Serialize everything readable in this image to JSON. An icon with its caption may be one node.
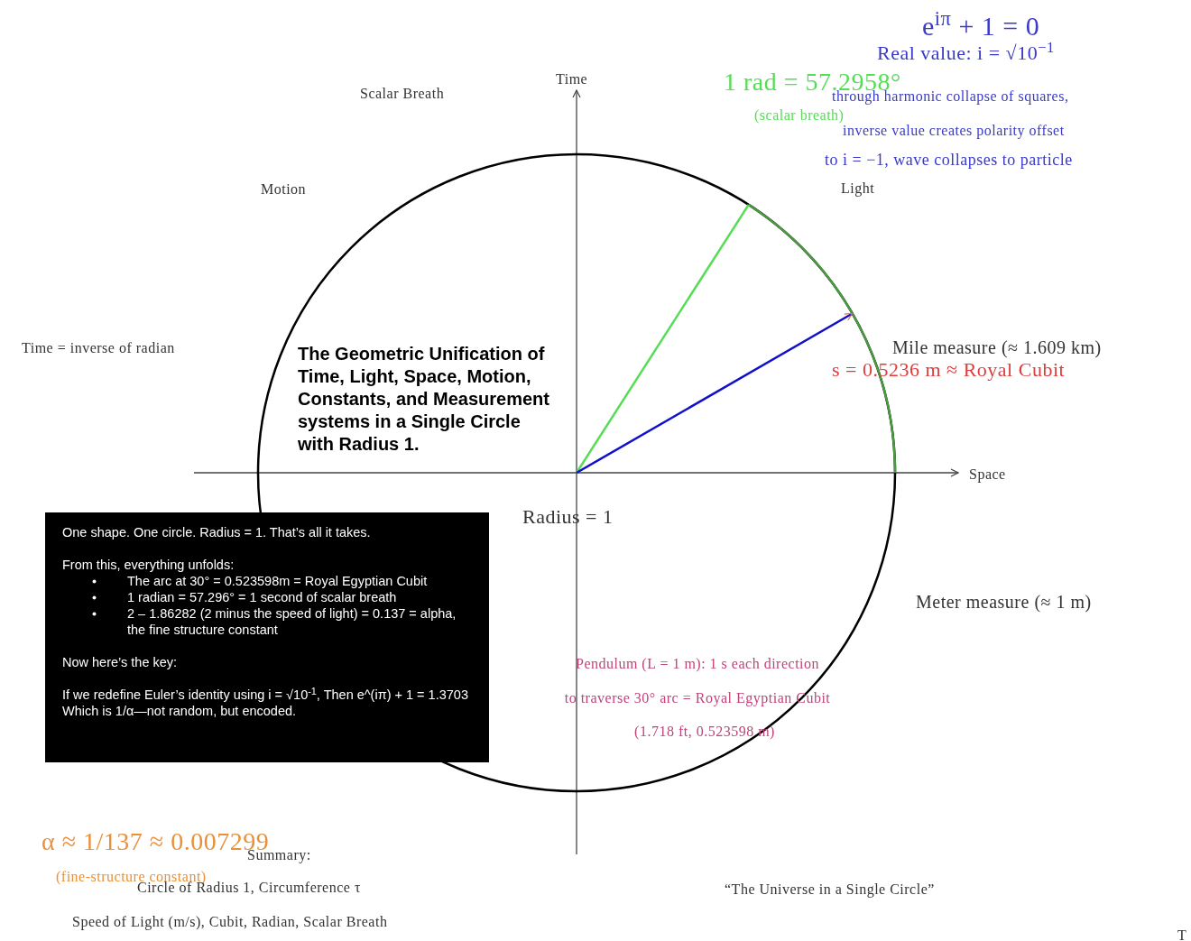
{
  "diagram": {
    "title": "The Geometric Unification of Time, Light, Space, Motion, Constants, and Measurement systems in a Single Circle with Radius 1.",
    "nodes": [
      {
        "text": [
          "One shape. One circle. Radius = 1. That’s all it takes.",
          "From this, everything unfolds:",
          "The arc at 30° = 0.523598m = Royal Egyptian Cubit",
          "1 radian = 57.296° = 1 second of scalar breath",
          "2 – 1.86282 (2 minus the speed of light) = 0.137 = alpha, the fine structure constant",
          "Now here’s the key:",
          "If we redefine Euler’s identity using i = √10$^{-1}$, Then e^(iπ) + 1 = 1.3703 Which is 1/α—not random, but encoded."
        ]
      }
    ],
    "labels": [
      "e$^{iπ}$ + 1 = 0",
      "Real value: i = √10$^{−1}$",
      "1 rad = 57.2958°",
      "(scalar breath)",
      "through harmonic collapse of squares,",
      "inverse value creates polarity offset",
      "to i = −1, wave collapses to particle",
      "Light",
      "Time",
      "Scalar Breath",
      "Motion",
      "Time = inverse of radian",
      "Mile measure (≈ 1.609 km)",
      "s = 0.5236 m ≈ Royal Cubit",
      "Space",
      "Radius = 1",
      "Meter measure (≈ 1 m)",
      "Pendulum (L = 1 m): 1 s each direction",
      "to traverse 30° arc = Royal Egyptian Cubit",
      "(1.718 ft, 0.523598 m)",
      "α ≈ 1/137 ≈ 0.007299",
      "(fine-structure constant)",
      "Summary:",
      "Circle of Radius 1, Circumference τ",
      "“The Universe in a Single Circle”",
      "Speed of Light (m/s), Cubit, Radian, Scalar Breath",
      "T"
    ]
  }
}
